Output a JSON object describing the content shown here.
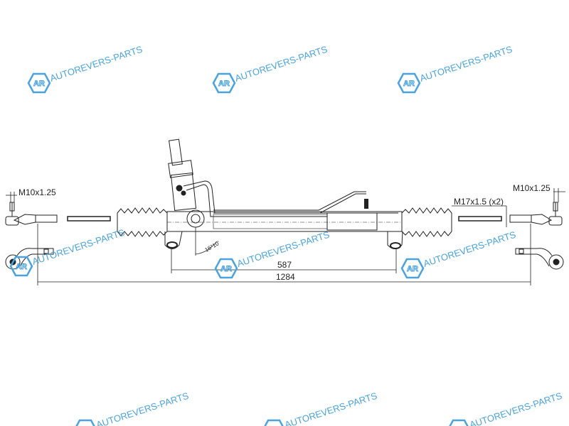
{
  "watermark": {
    "text": "AUTOREVERS-PARTS",
    "logo": "AR",
    "color": "#4aa3df"
  },
  "labels": {
    "left_thread": "M10x1.25",
    "right_thread": "M10x1.25",
    "inner_thread": "M17x1.5 (x2)",
    "angle": "16°10'",
    "dim_mount": "587",
    "dim_overall": "1284"
  },
  "colors": {
    "line": "#222222",
    "background": "#ffffff"
  }
}
